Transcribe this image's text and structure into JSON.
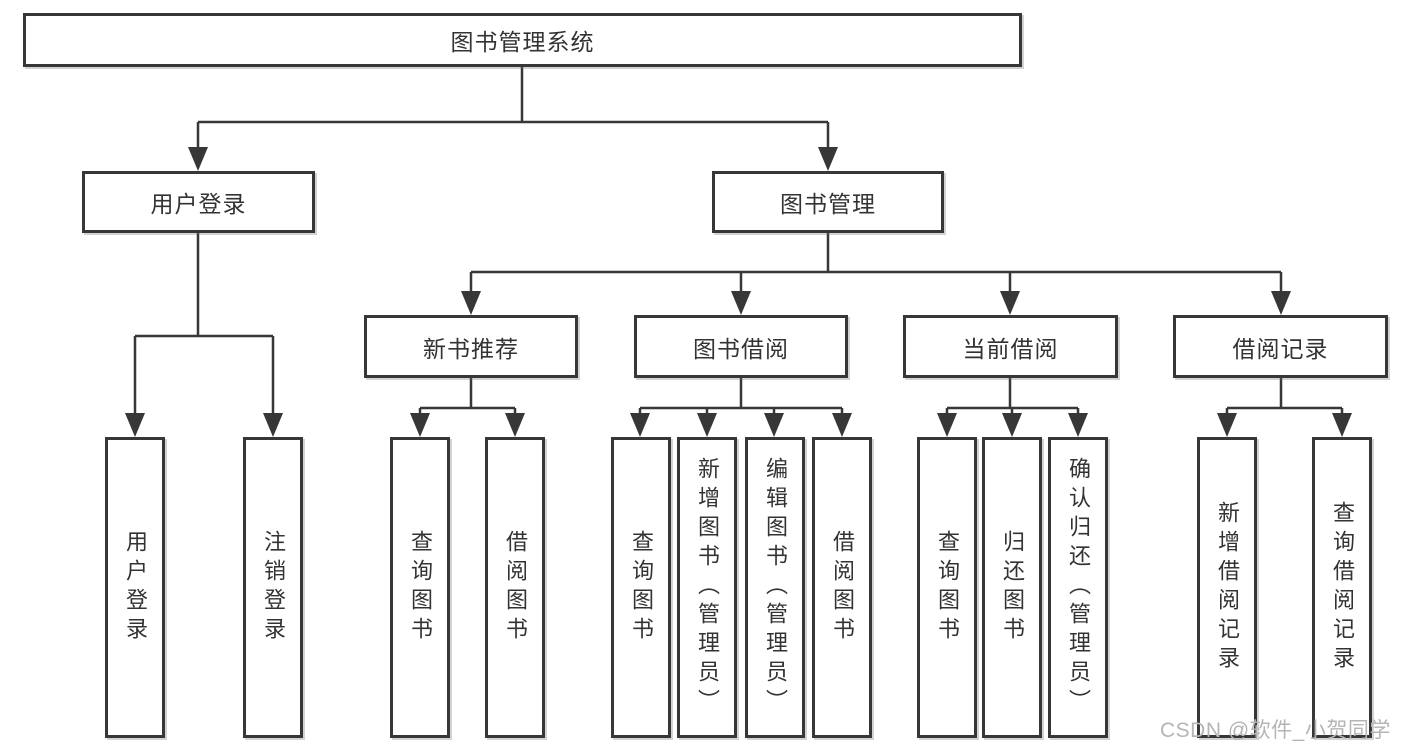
{
  "diagram": {
    "title": "图书管理系统",
    "level2": {
      "user_login": "用户登录",
      "book_management": "图书管理"
    },
    "level3": {
      "new_book_recommend": "新书推荐",
      "book_borrow": "图书借阅",
      "current_borrow": "当前借阅",
      "borrow_records": "借阅记录"
    },
    "leaves": {
      "user_login": [
        "用户登录",
        "注销登录"
      ],
      "new_book_recommend": [
        "查询图书",
        "借阅图书"
      ],
      "book_borrow": [
        "查询图书",
        "新增图书（管理员）",
        "编辑图书（管理员）",
        "借阅图书"
      ],
      "current_borrow": [
        "查询图书",
        "归还图书",
        "确认归还（管理员）"
      ],
      "borrow_records": [
        "新增借阅记录",
        "查询借阅记录"
      ]
    }
  },
  "watermark": {
    "text": "CSDN @软件_小贺同学"
  },
  "colors": {
    "line": "#373737",
    "box_border": "#373737",
    "box_background": "#ffffff",
    "text": "#333333",
    "watermark": "#b5b5b5"
  }
}
